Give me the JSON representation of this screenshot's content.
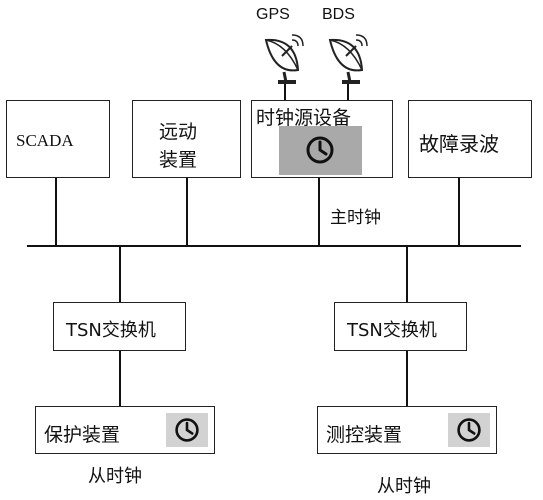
{
  "satellites": {
    "gps_label": "GPS",
    "bds_label": "BDS"
  },
  "top_boxes": {
    "scada": "SCADA",
    "remote_line1": "远动",
    "remote_line2": "装置",
    "clock_source": "时钟源设备",
    "fault_recorder": "故障录波"
  },
  "master_clock_label": "主时钟",
  "switches": {
    "left": "TSN交换机",
    "right": "TSN交换机"
  },
  "devices": {
    "left": "保护装置",
    "right": "测控装置"
  },
  "slave_clock_labels": {
    "left": "从时钟",
    "right": "从时钟"
  },
  "icons": [
    "satellite-dish-icon",
    "clock-icon"
  ]
}
